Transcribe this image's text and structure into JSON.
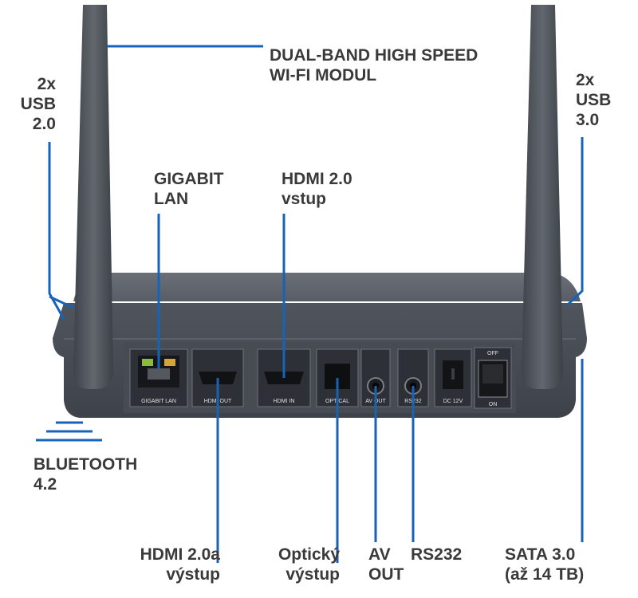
{
  "labels": {
    "wifi": {
      "line1": "DUAL-BAND HIGH SPEED",
      "line2": "WI-FI MODUL"
    },
    "usb2": {
      "line1": "2x",
      "line2": "USB",
      "line3": "2.0"
    },
    "usb3": {
      "line1": "2x",
      "line2": "USB",
      "line3": "3.0"
    },
    "lan": {
      "line1": "GIGABIT",
      "line2": "LAN"
    },
    "hdmi_in": {
      "line1": "HDMI 2.0",
      "line2": "vstup"
    },
    "bluetooth": {
      "line1": "BLUETOOTH",
      "line2": "4.2"
    },
    "hdmi_out": {
      "line1": "HDMI 2.0a",
      "line2": "výstup"
    },
    "optical": {
      "line1": "Optický",
      "line2": "výstup"
    },
    "av": {
      "line1": "AV",
      "line2": "OUT"
    },
    "rs232": {
      "line1": "RS232"
    },
    "sata": {
      "line1": "SATA 3.0",
      "line2": "(až 14 TB)"
    }
  },
  "ports": {
    "lan": "GIGABIT LAN",
    "hdmi_out": "HDMI OUT",
    "hdmi_in": "HDMI IN",
    "optical": "OPTICAL",
    "av_out": "AV OUT",
    "rs232": "RS232",
    "dc": "DC 12V",
    "off": "OFF",
    "on": "ON"
  },
  "colors": {
    "leader": "#1763b8",
    "text": "#3a3a3a",
    "device": "#4a4f57",
    "antenna": "#575c63"
  }
}
